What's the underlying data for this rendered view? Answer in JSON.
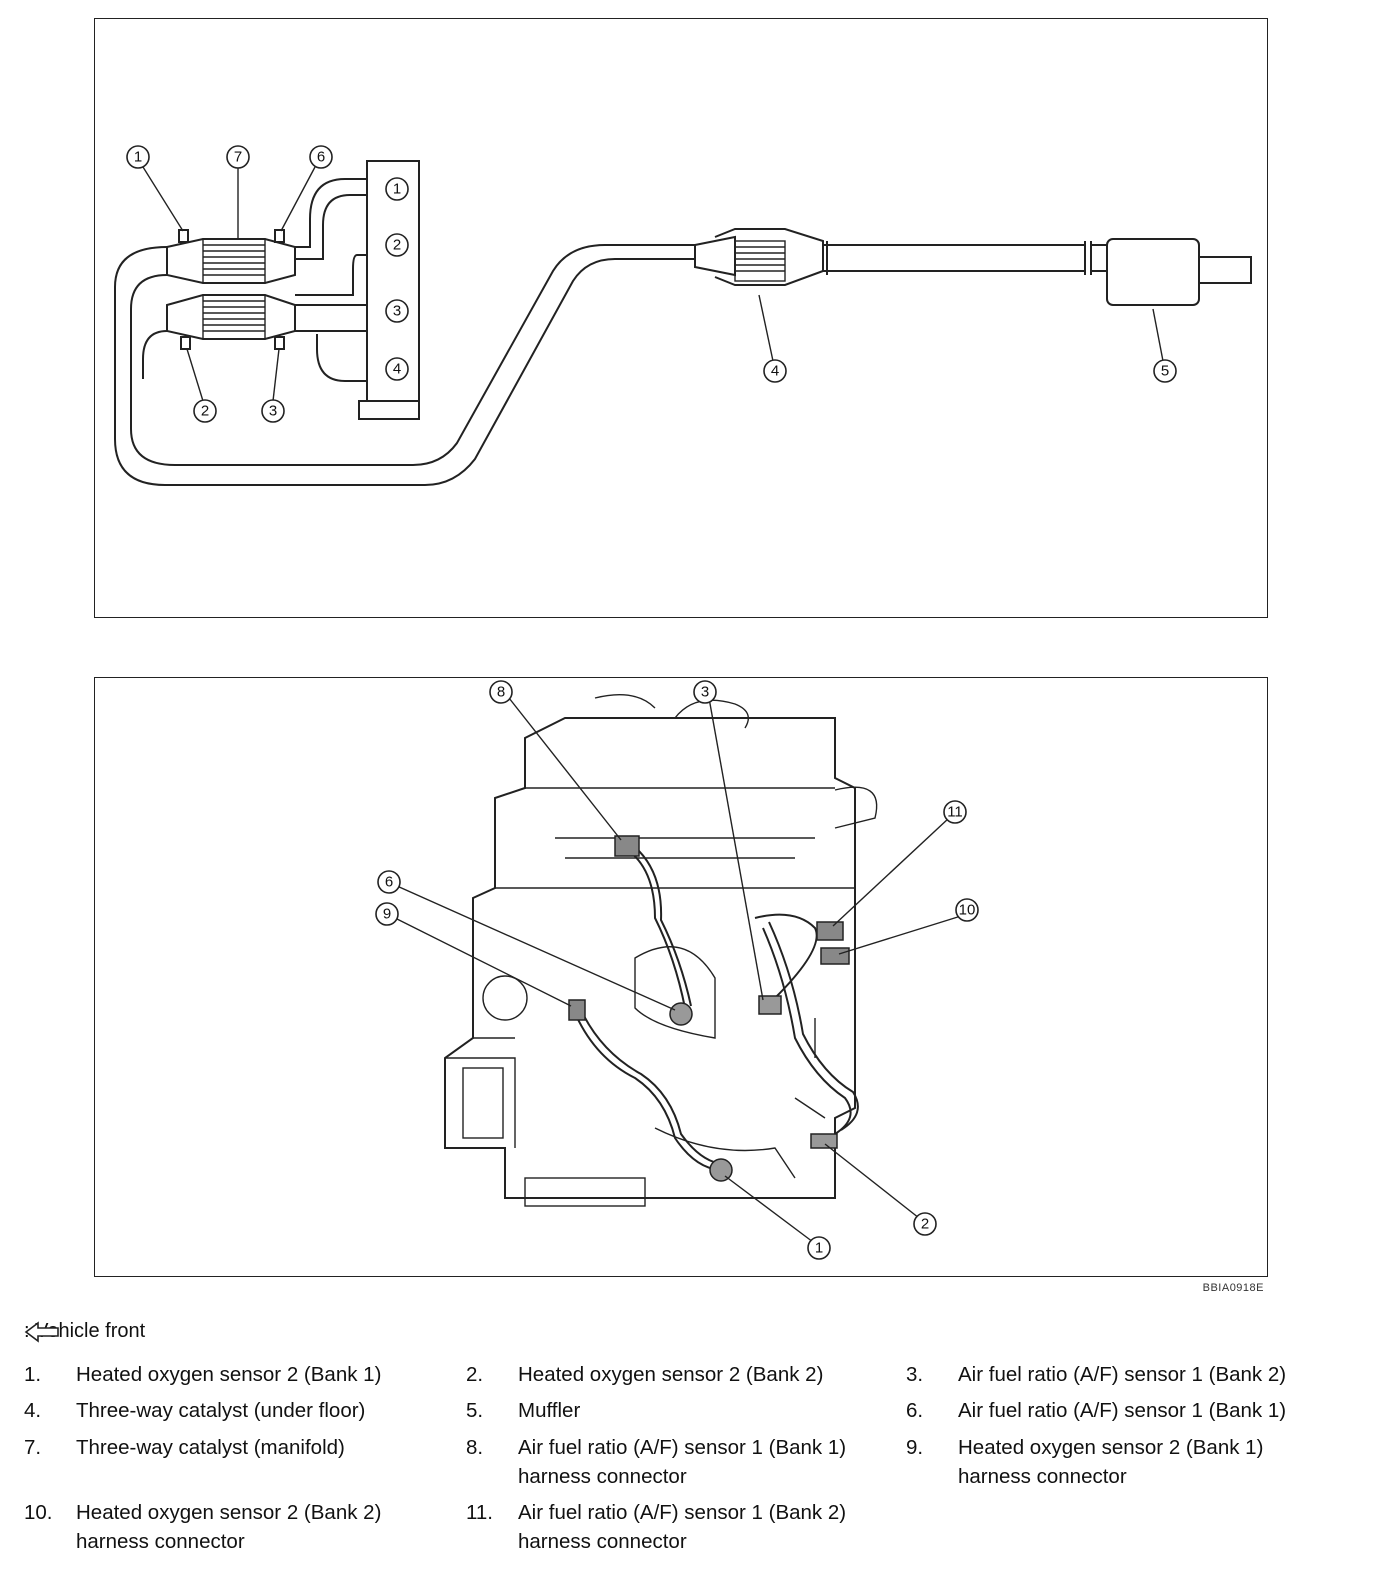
{
  "diagram": {
    "reference_code": "BBIA0918E",
    "top_panel": {
      "callouts": [
        "1",
        "7",
        "6",
        "2",
        "3",
        "4",
        "5"
      ],
      "cylinder_labels": [
        "1",
        "2",
        "3",
        "4"
      ]
    },
    "bottom_panel": {
      "callouts": [
        "8",
        "3",
        "11",
        "10",
        "6",
        "9",
        "2",
        "1"
      ]
    }
  },
  "legend": {
    "front_symbol": "left-arrow-icon",
    "front_label": ": Vehicle front",
    "items": [
      {
        "num": "1.",
        "text": "Heated oxygen sensor 2 (Bank 1)"
      },
      {
        "num": "2.",
        "text": "Heated oxygen sensor 2 (Bank 2)"
      },
      {
        "num": "3.",
        "text": "Air fuel ratio (A/F) sensor 1 (Bank 2)"
      },
      {
        "num": "4.",
        "text": "Three-way catalyst (under floor)"
      },
      {
        "num": "5.",
        "text": "Muffler"
      },
      {
        "num": "6.",
        "text": "Air fuel ratio (A/F) sensor 1 (Bank 1)"
      },
      {
        "num": "7.",
        "text": "Three-way catalyst (manifold)"
      },
      {
        "num": "8.",
        "text": "Air fuel ratio (A/F) sensor 1 (Bank 1)",
        "text2": "harness connector"
      },
      {
        "num": "9.",
        "text": "Heated oxygen sensor 2 (Bank 1)",
        "text2": "harness connector"
      },
      {
        "num": "10.",
        "text": "Heated oxygen sensor 2 (Bank 2)",
        "text2": "harness connector"
      },
      {
        "num": "11.",
        "text": "Air fuel ratio (A/F) sensor 1 (Bank 2)",
        "text2": "harness connector"
      }
    ]
  }
}
